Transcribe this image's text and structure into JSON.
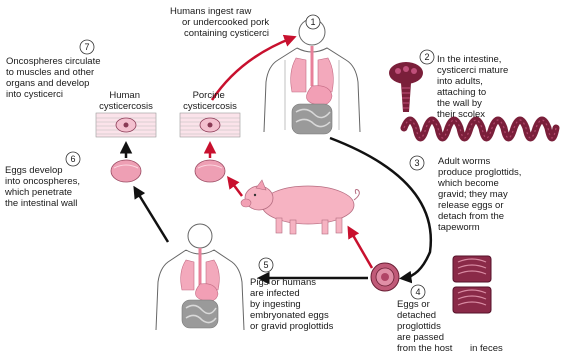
{
  "steps": [
    {
      "number": "1",
      "lines": [
        "Humans ingest raw",
        "or undercooked pork",
        "containing cysticerci"
      ]
    },
    {
      "number": "2",
      "lines": [
        "In the intestine,",
        "cysticerci mature",
        "into adults,",
        "attaching to",
        "the wall by",
        "their scolex"
      ]
    },
    {
      "number": "3",
      "lines": [
        "Adult worms",
        "produce proglottids,",
        "which become",
        "gravid; they may",
        "release eggs or",
        "detach from the",
        "tapeworm"
      ]
    },
    {
      "number": "4",
      "lines": [
        "Eggs or",
        "detached",
        "proglottids",
        "are passed",
        "from the host",
        "in feces"
      ]
    },
    {
      "number": "5",
      "lines": [
        "Pigs or humans",
        "are infected",
        "by ingesting",
        "embryonated eggs",
        "or gravid proglottids"
      ]
    },
    {
      "number": "6",
      "lines": [
        "Eggs develop",
        "into oncospheres,",
        "which penetrate",
        "the intestinal wall"
      ]
    },
    {
      "number": "7",
      "lines": [
        "Oncospheres circulate",
        "to muscles and other",
        "organs and develop",
        "into cysticerci"
      ]
    }
  ],
  "labels": {
    "human_cysticercosis": [
      "Human",
      "cysticercosis"
    ],
    "porcine_cysticercosis": [
      "Porcine",
      "cysticercosis"
    ]
  },
  "colors": {
    "arrow_red": "#c8102e",
    "arrow_black": "#111111",
    "pink": "#f6b3c2",
    "worm": "#7a1f3a",
    "outline": "#555555"
  }
}
